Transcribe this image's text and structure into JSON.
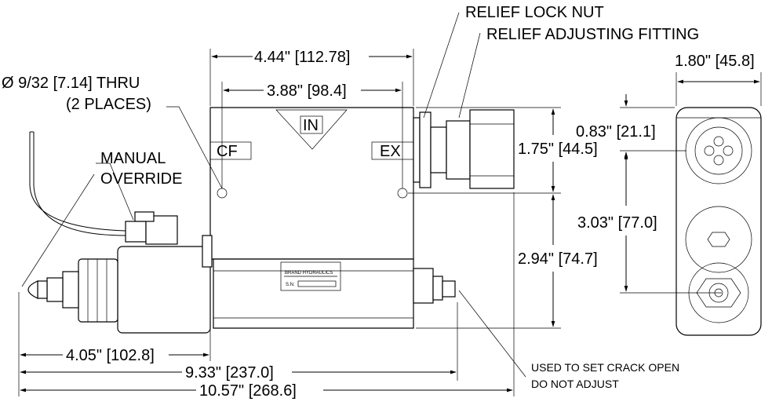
{
  "callouts": {
    "relief_lock_nut": "RELIEF LOCK NUT",
    "relief_adjusting_fitting": "RELIEF ADJUSTING FITTING",
    "thru_hole_line1": "Ø 9/32  [7.14] THRU",
    "thru_hole_line2": "(2 PLACES)",
    "manual_override_line1": "MANUAL",
    "manual_override_line2": "OVERRIDE",
    "note_line1": "USED TO SET CRACK OPEN",
    "note_line2": "DO NOT ADJUST"
  },
  "ports": {
    "in": "IN",
    "cf": "CF",
    "ex": "EX"
  },
  "nameplate": {
    "brand": "BRAND HYDRAULICS",
    "serial": "S.N."
  },
  "dimensions": {
    "body_width": "4.44\" [112.78]",
    "hole_spacing": "3.88\" [98.4]",
    "upper_height": "1.75\" [44.5]",
    "lower_height": "2.94\" [74.7]",
    "override_length": "4.05\" [102.8]",
    "crack_length": "9.33\" [237.0]",
    "overall_length": "10.57\" [268.6]",
    "side_width": "1.80\" [45.8]",
    "side_top_offset": "0.83\" [21.1]",
    "side_port_spacing": "3.03\" [77.0]"
  }
}
